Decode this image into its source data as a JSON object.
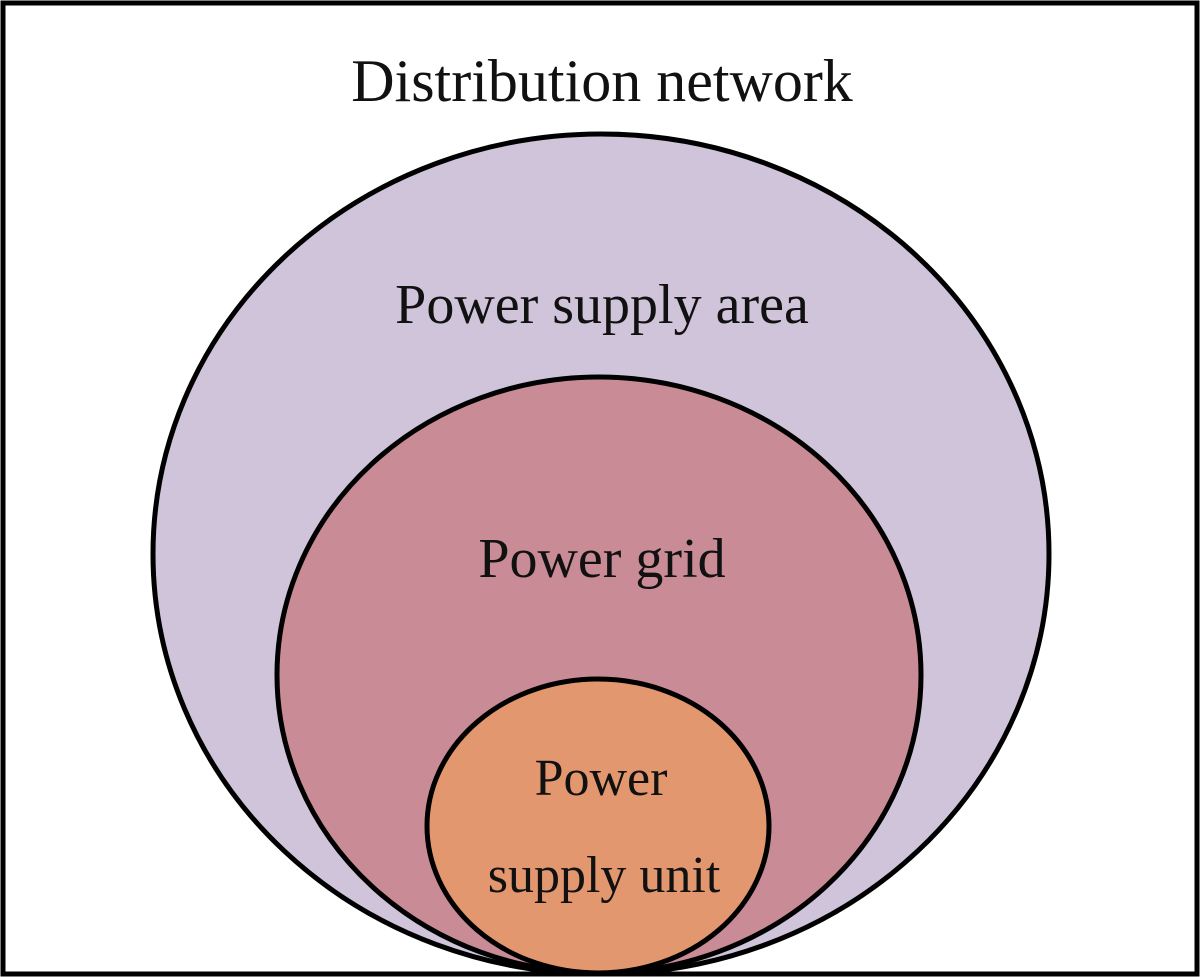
{
  "diagram": {
    "distribution_network": {
      "label": "Distribution network",
      "fill": "#ffffff",
      "stroke": "#000000"
    },
    "power_supply_area": {
      "label": "Power supply area",
      "fill": "#cfc4da",
      "stroke": "#000000"
    },
    "power_grid": {
      "label": "Power grid",
      "fill": "#c98c96",
      "stroke": "#000000"
    },
    "power_supply_unit": {
      "label_line1": "Power",
      "label_line2": "supply unit",
      "fill": "#e2976f",
      "stroke": "#000000"
    }
  }
}
